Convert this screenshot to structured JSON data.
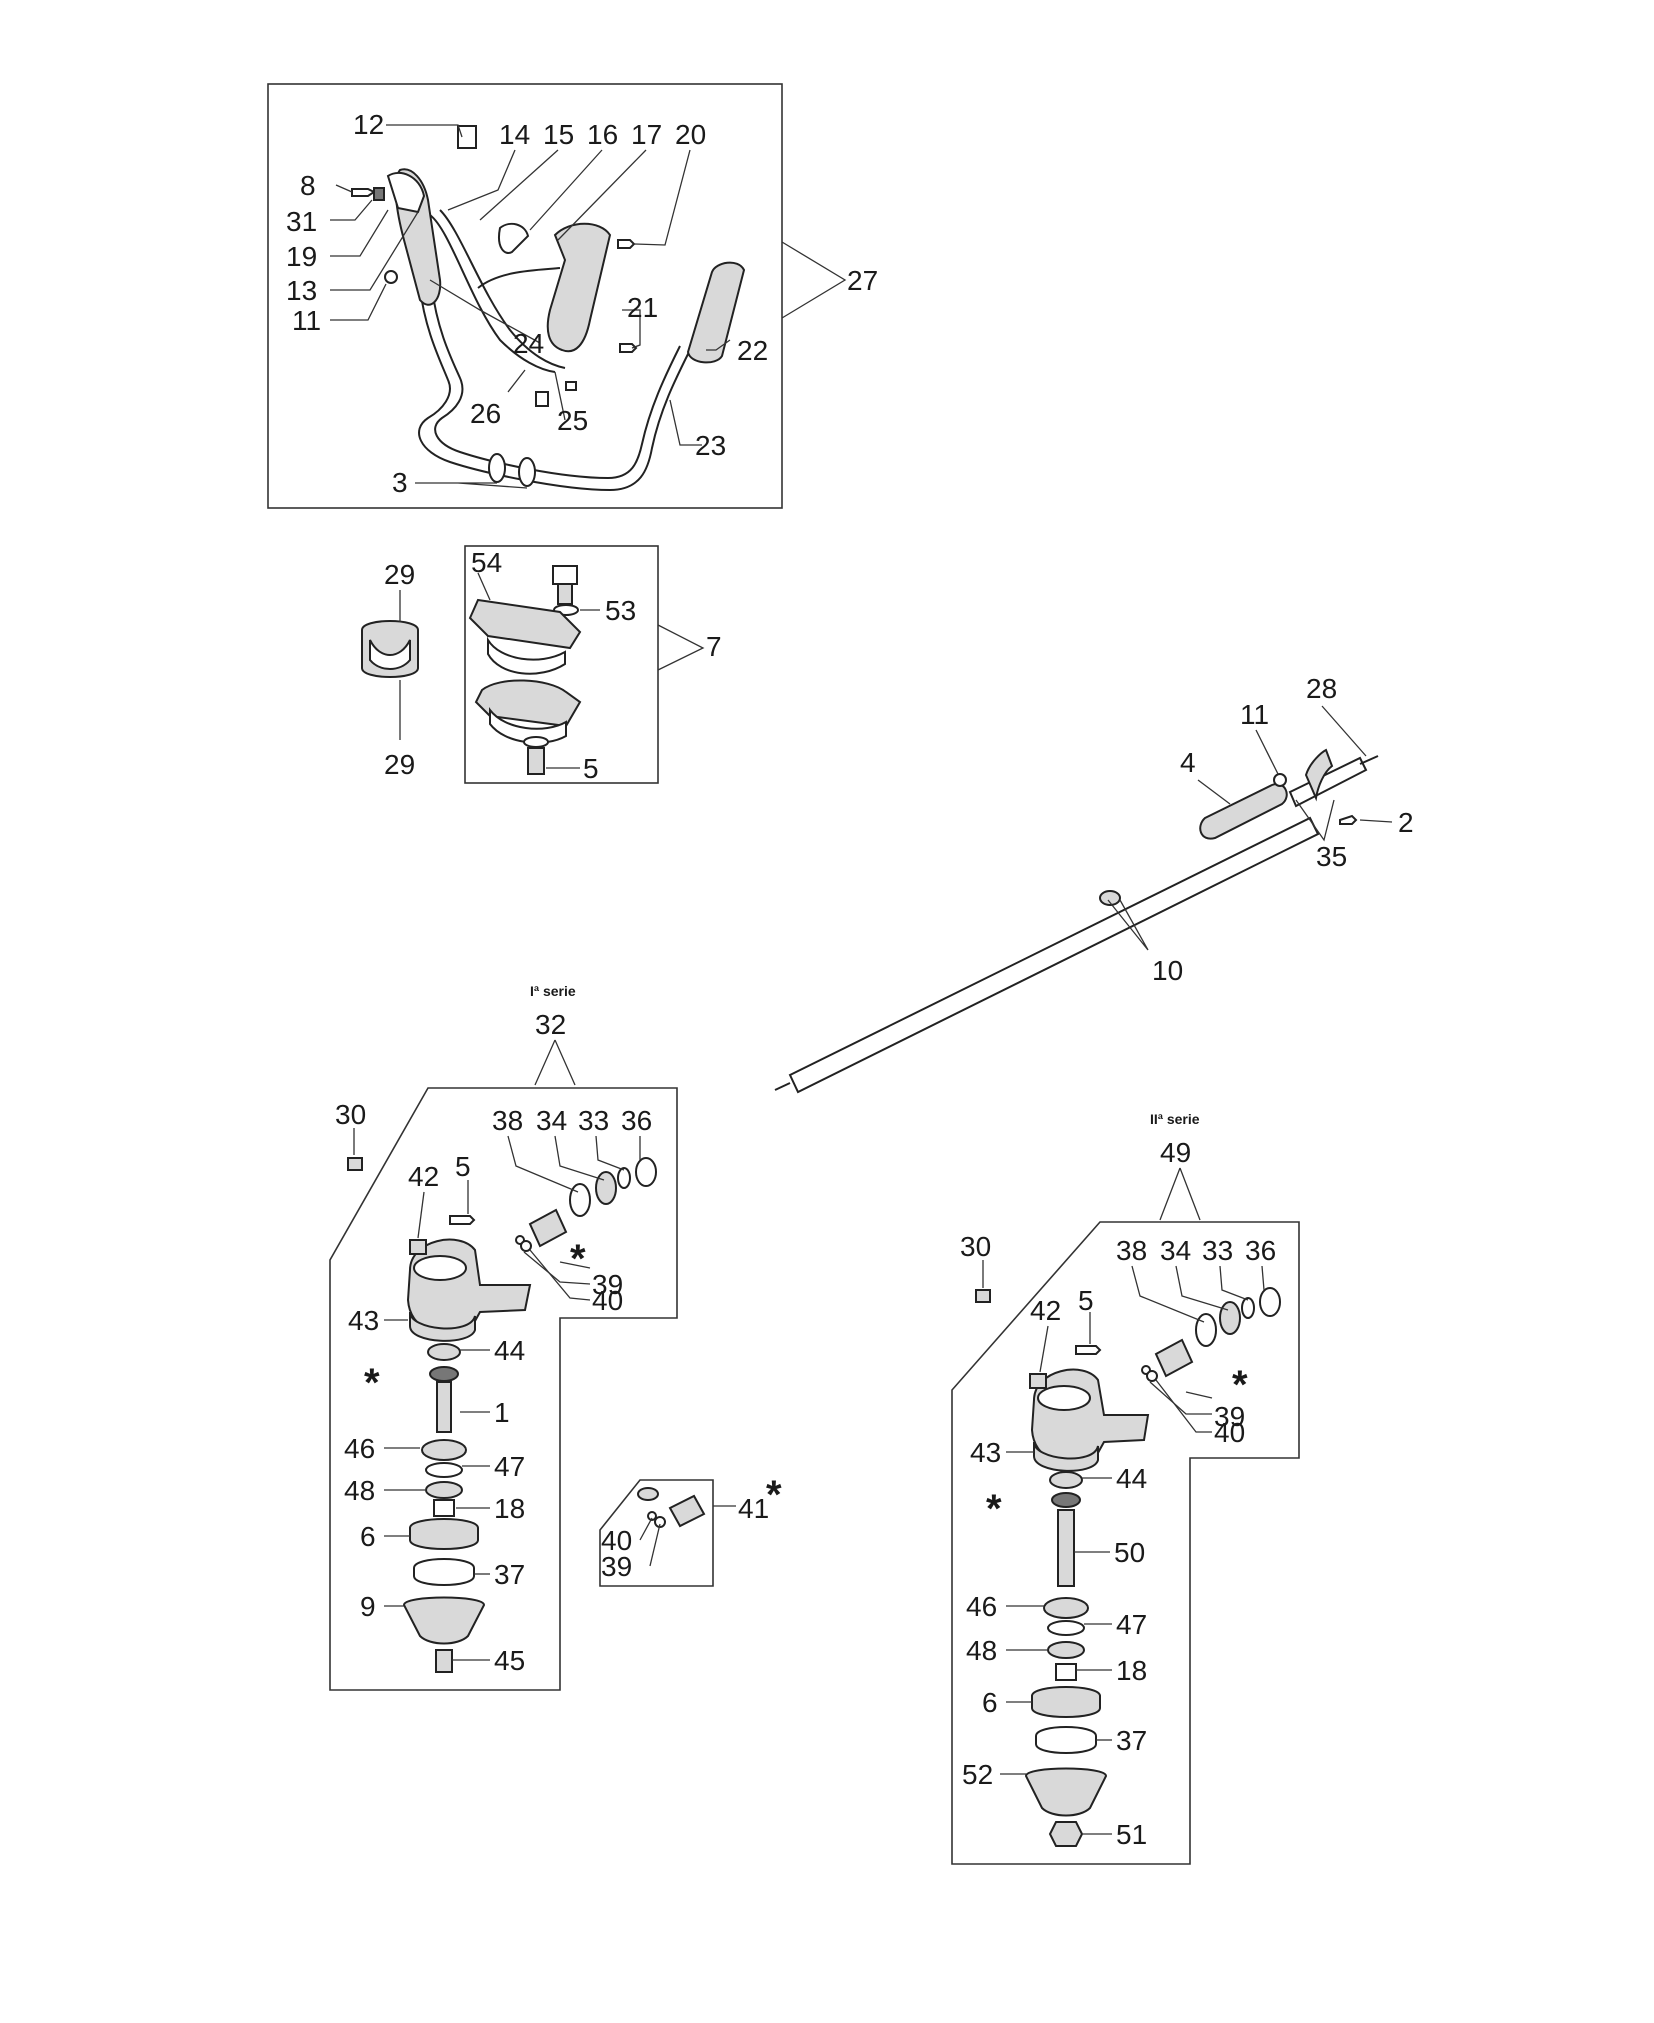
{
  "callouts": {
    "c12": "12",
    "c14": "14",
    "c15": "15",
    "c16": "16",
    "c17": "17",
    "c20": "20",
    "c8": "8",
    "c31": "31",
    "c19": "19",
    "c13": "13",
    "c11": "11",
    "c24": "24",
    "c21": "21",
    "c22": "22",
    "c27": "27",
    "c26": "26",
    "c25": "25",
    "c23": "23",
    "c3": "3",
    "c29a": "29",
    "c29b": "29",
    "c54": "54",
    "c53": "53",
    "c7": "7",
    "c5a": "5",
    "c28": "28",
    "c11b": "11",
    "c4": "4",
    "c2": "2",
    "c35": "35",
    "c10": "10",
    "c32": "32",
    "c30a": "30",
    "c42a": "42",
    "c5b": "5",
    "c38a": "38",
    "c34a": "34",
    "c33a": "33",
    "c36a": "36",
    "c39a": "39",
    "c40a": "40",
    "c43a": "43",
    "c44a": "44",
    "c1": "1",
    "c46a": "46",
    "c47a": "47",
    "c48a": "48",
    "c18a": "18",
    "c6a": "6",
    "c37a": "37",
    "c9": "9",
    "c45": "45",
    "c41": "41",
    "c40b": "40",
    "c39b": "39",
    "c49": "49",
    "c30b": "30",
    "c42b": "42",
    "c5c": "5",
    "c38b": "38",
    "c34b": "34",
    "c33b": "33",
    "c36b": "36",
    "c39c": "39",
    "c40c": "40",
    "c43b": "43",
    "c44b": "44",
    "c50": "50",
    "c46b": "46",
    "c47b": "47",
    "c48b": "48",
    "c18b": "18",
    "c6b": "6",
    "c37b": "37",
    "c52": "52",
    "c51": "51"
  },
  "series": {
    "first": "Iª serie",
    "second": "IIª serie"
  },
  "star_mark": "*"
}
